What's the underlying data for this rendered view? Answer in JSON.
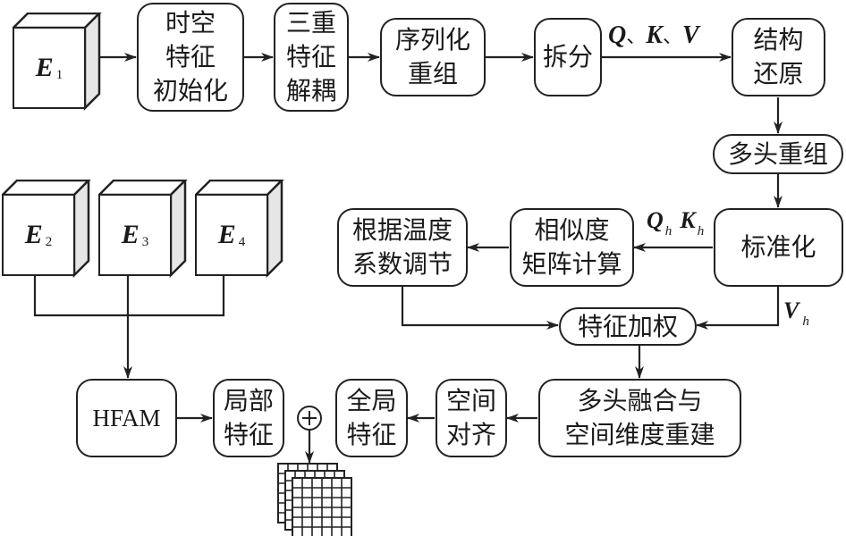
{
  "diagram": {
    "inputs": {
      "e1": {
        "symbol": "E",
        "sub": "1"
      },
      "e2": {
        "symbol": "E",
        "sub": "2"
      },
      "e3": {
        "symbol": "E",
        "sub": "3"
      },
      "e4": {
        "symbol": "E",
        "sub": "4"
      }
    },
    "nodes": {
      "init": [
        "时空",
        "特征",
        "初始化"
      ],
      "decouple": [
        "三重",
        "特征",
        "解耦"
      ],
      "serialize": [
        "序列化",
        "重组"
      ],
      "split": [
        "拆分"
      ],
      "restore": [
        "结构",
        "还原"
      ],
      "multihead_regroup": [
        "多头重组"
      ],
      "normalize": [
        "标准化"
      ],
      "similarity": [
        "相似度",
        "矩阵计算"
      ],
      "temperature": [
        "根据温度",
        "系数调节"
      ],
      "weighting": [
        "特征加权"
      ],
      "fusion": [
        "多头融合与",
        "空间维度重建"
      ],
      "align": [
        "空间",
        "对齐"
      ],
      "global": [
        "全局",
        "特征"
      ],
      "local": [
        "局部",
        "特征"
      ],
      "hfam": [
        "HFAM"
      ]
    },
    "edge_labels": {
      "qkv": {
        "q": "Q",
        "sep1": "、",
        "k": "K",
        "sep2": "、",
        "v": "V"
      },
      "qk_h": {
        "q": "Q",
        "q_sub": "h",
        "k": "K",
        "k_sub": "h"
      },
      "v_h": {
        "v": "V",
        "v_sub": "h"
      }
    },
    "operator": {
      "symbol": "+"
    },
    "output": {
      "icon": "stacked-feature-grid"
    },
    "colors": {
      "stroke": "#222222",
      "cube_side": "#e6e6e6",
      "background": "#ffffff"
    }
  }
}
